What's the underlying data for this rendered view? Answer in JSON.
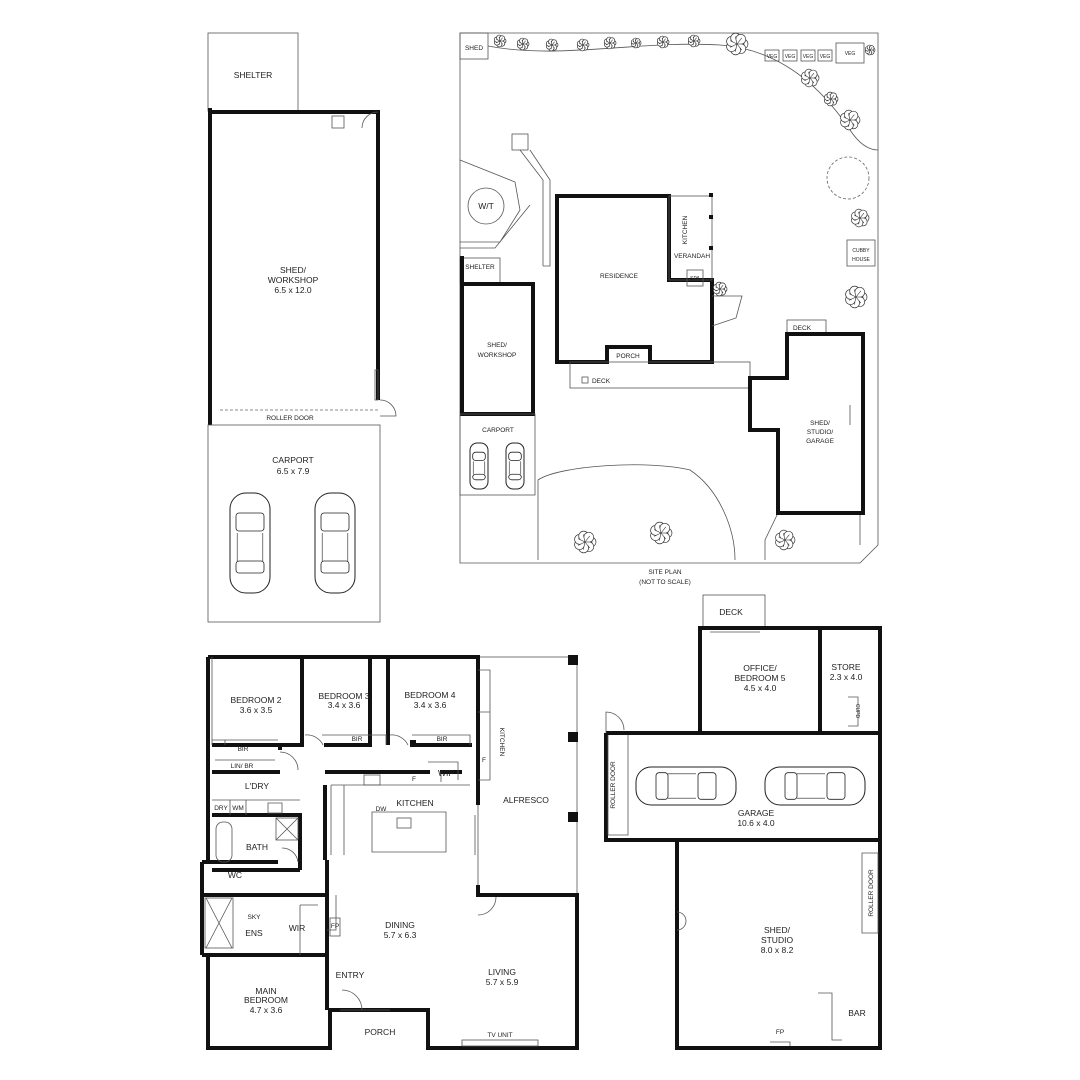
{
  "workshop_plan": {
    "shelter": "SHELTER",
    "shed_name": "SHED/",
    "shed_name2": "WORKSHOP",
    "shed_size": "6.5 x 12.0",
    "roller_door": "ROLLER DOOR",
    "carport": "CARPORT",
    "carport_size": "6.5 x 7.9"
  },
  "site_plan": {
    "shed": "SHED",
    "veg": "VEG",
    "wt": "W/T",
    "shelter": "SHELTER",
    "shed_workshop1": "SHED/",
    "shed_workshop2": "WORKSHOP",
    "carport": "CARPORT",
    "residence": "RESIDENCE",
    "kitchen": "KITCHEN",
    "verandah": "VERANDAH",
    "spa": "SPA",
    "porch": "PORCH",
    "deck": "DECK",
    "deck2": "DECK",
    "cubby1": "CUBBY",
    "cubby2": "HOUSE",
    "studio1": "SHED/",
    "studio2": "STUDIO/",
    "studio3": "GARAGE",
    "title1": "SITE PLAN",
    "title2": "(NOT TO SCALE)"
  },
  "house_plan": {
    "bedroom2": "BEDROOM 2",
    "bedroom2_size": "3.6 x 3.5",
    "bedroom3": "BEDROOM 3",
    "bedroom3_size": "3.4 x 3.6",
    "bedroom4": "BEDROOM 4",
    "bedroom4_size": "3.4 x 3.6",
    "bir": "BIR",
    "lin": "LIN/ BR",
    "laundry": "L'DRY",
    "dry": "DRY",
    "wm": "WM",
    "bath": "BATH",
    "wc": "WC",
    "sky": "SKY",
    "ens": "ENS",
    "wir": "WIR",
    "fp": "FP",
    "kitchen": "KITCHEN",
    "dw": "DW",
    "f": "F",
    "wip": "WIP",
    "alfresco": "ALFRESCO",
    "dining": "DINING",
    "dining_size": "5.7 x 6.3",
    "entry": "ENTRY",
    "living": "LIVING",
    "living_size": "5.7 x 5.9",
    "main_bedroom1": "MAIN",
    "main_bedroom2": "BEDROOM",
    "main_bedroom_size": "4.7 x 3.6",
    "porch": "PORCH",
    "tv_unit": "TV UNIT"
  },
  "studio_plan": {
    "deck": "DECK",
    "office1": "OFFICE/",
    "office2": "BEDROOM 5",
    "office_size": "4.5 x 4.0",
    "store": "STORE",
    "store_size": "2.3 x 4.0",
    "cupd": "CUPD",
    "roller_door": "ROLLER DOOR",
    "garage": "GARAGE",
    "garage_size": "10.6 x 4.0",
    "shed1": "SHED/",
    "shed2": "STUDIO",
    "shed_size": "8.0 x 8.2",
    "fp": "FP",
    "bar": "BAR"
  }
}
